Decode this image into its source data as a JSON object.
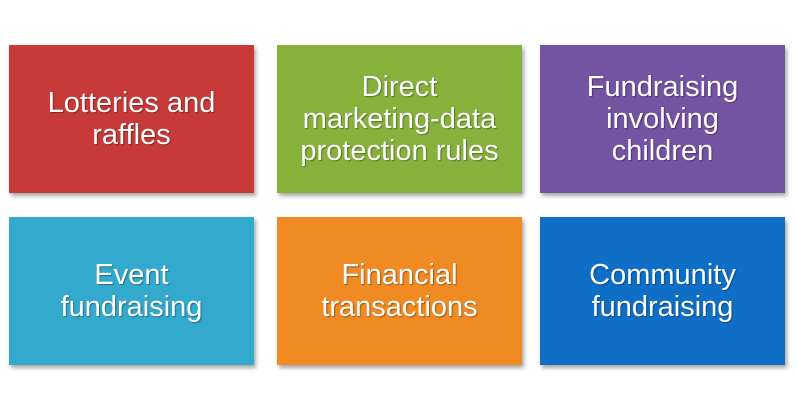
{
  "tiles": [
    {
      "lines": [
        "Lotteries and",
        "raffles"
      ],
      "color": "#c83a38"
    },
    {
      "lines": [
        "Direct",
        "marketing-data",
        "protection rules"
      ],
      "color": "#86b23c"
    },
    {
      "lines": [
        "Fundraising",
        "involving",
        "children"
      ],
      "color": "#7553a3"
    },
    {
      "lines": [
        "Event",
        "fundraising"
      ],
      "color": "#33a9cd"
    },
    {
      "lines": [
        "Financial",
        "transactions"
      ],
      "color": "#f08a22"
    },
    {
      "lines": [
        "Community",
        "fundraising"
      ],
      "color": "#0f6fc6"
    }
  ]
}
